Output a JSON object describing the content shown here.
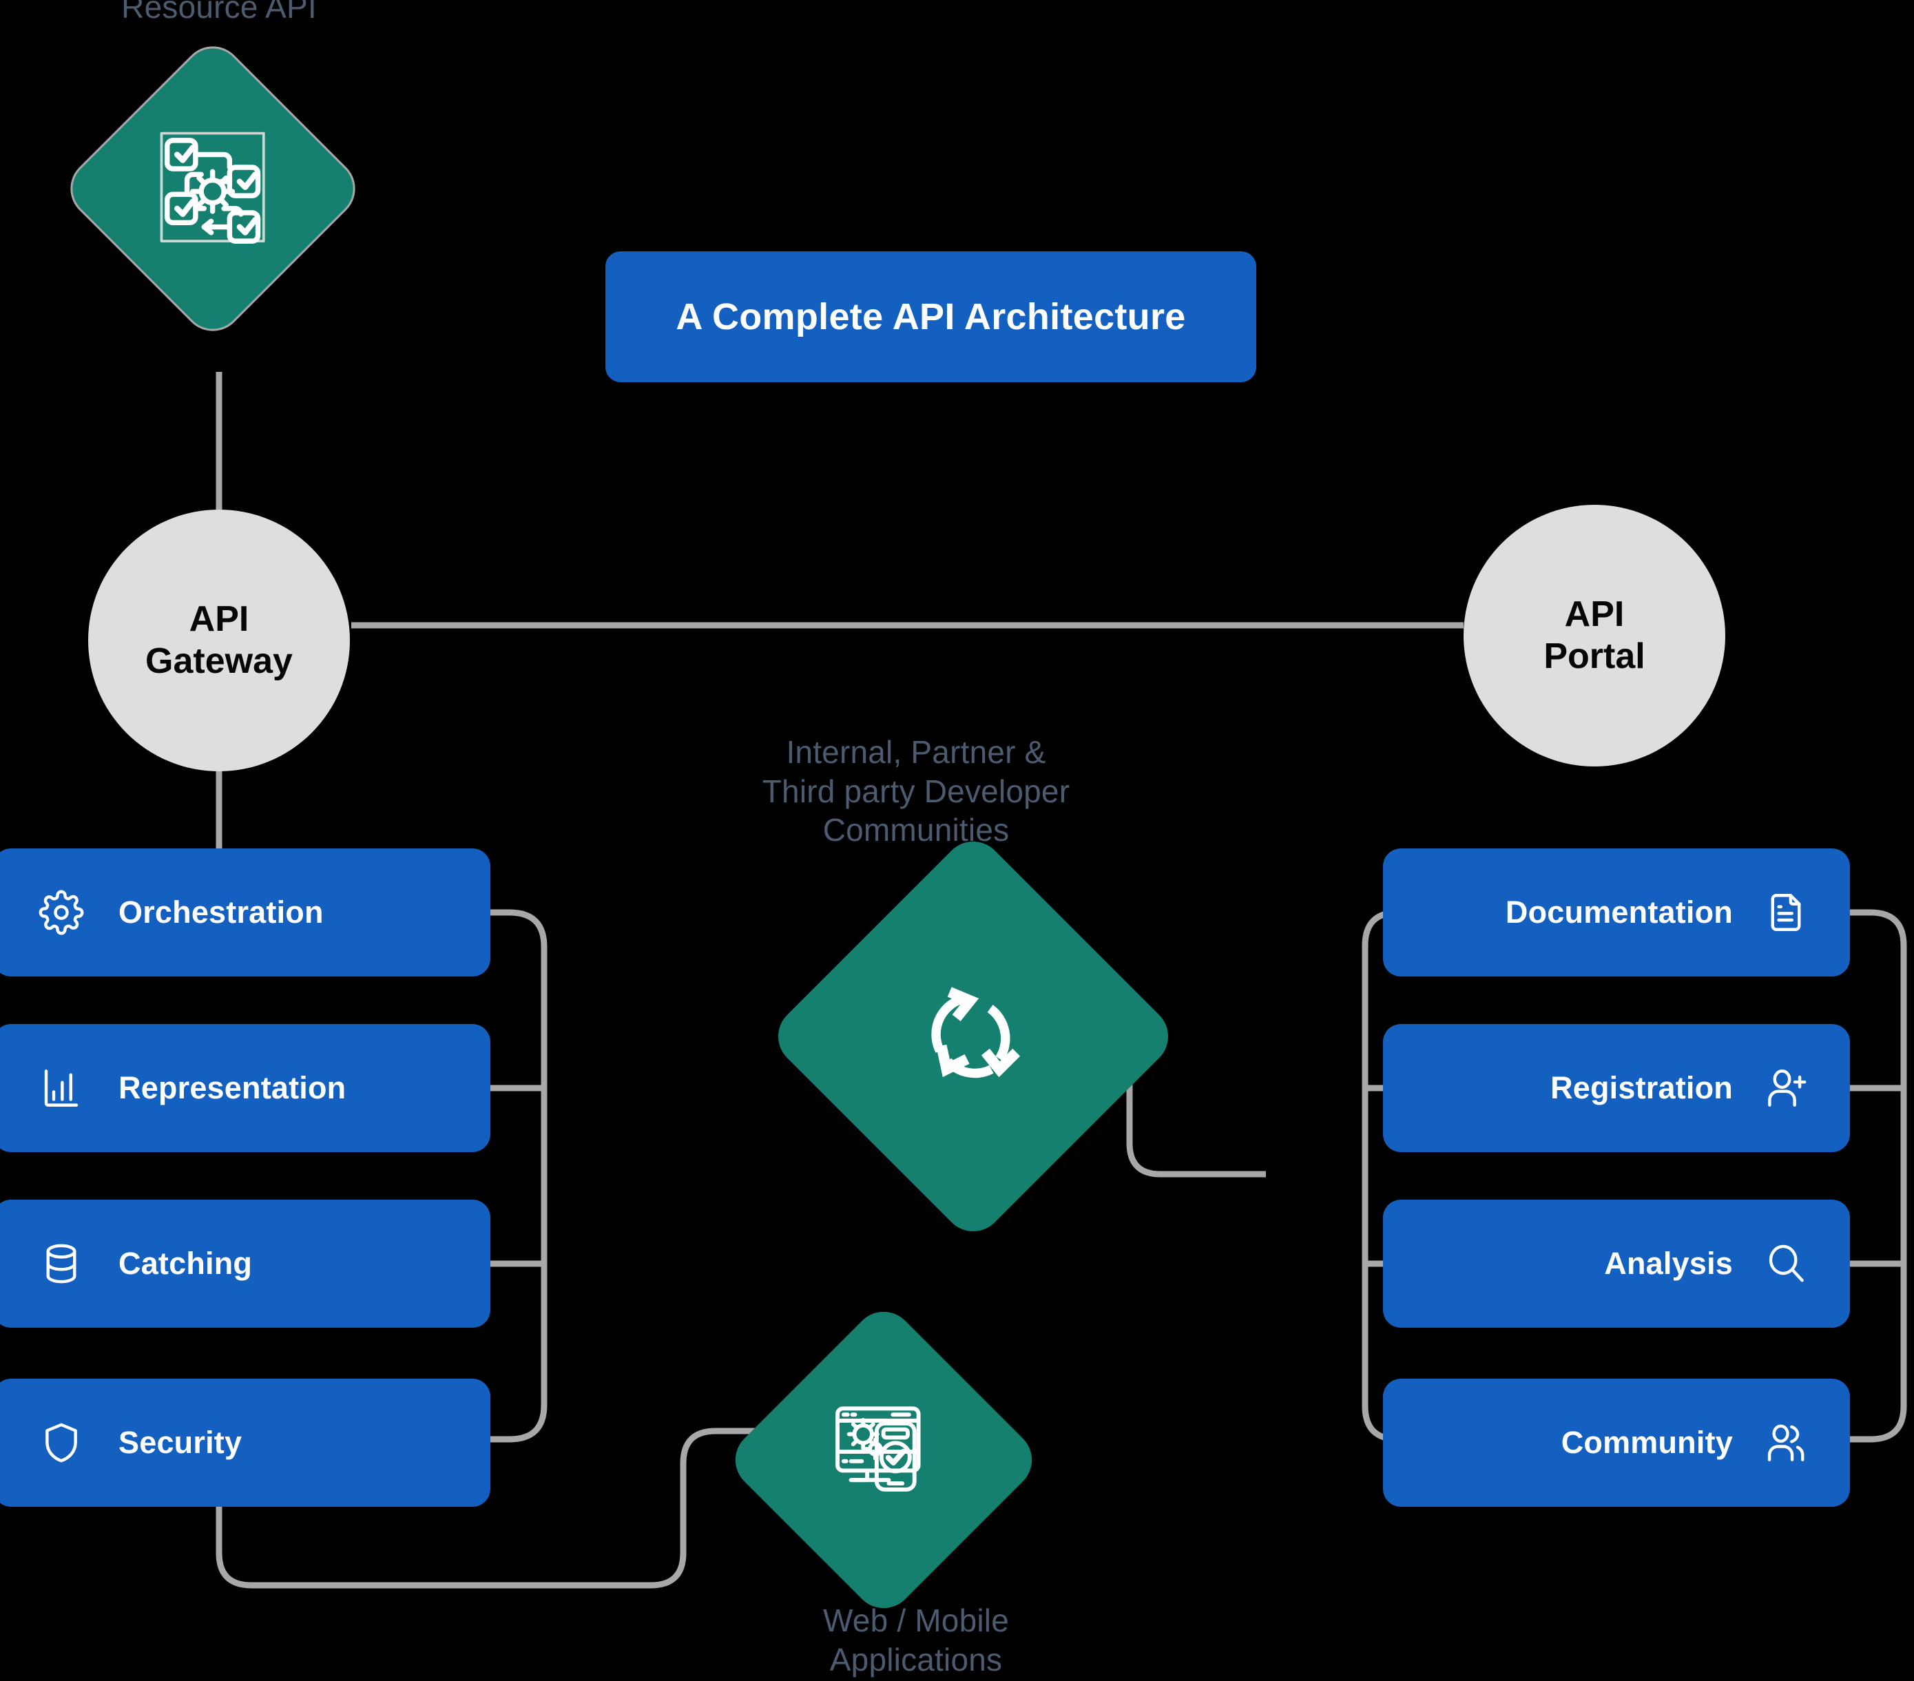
{
  "banner": {
    "title": "A Complete API Architecture"
  },
  "nodes": {
    "resource_api": {
      "label": "Resource API",
      "icon": "workflow-process-icon",
      "shape": "diamond",
      "color": "#15806f"
    },
    "api_gateway": {
      "label": "API\nGateway",
      "shape": "circle",
      "color": "#dedede"
    },
    "api_portal": {
      "label": "API\nPortal",
      "shape": "circle",
      "color": "#dedede"
    },
    "developer_communities": {
      "label": "Internal, Partner &\nThird party Developer\nCommunities",
      "icon": "cycle-arrows-icon",
      "shape": "diamond",
      "color": "#15806f"
    },
    "web_mobile": {
      "label": "Web / Mobile\nApplications",
      "icon": "devices-gear-check-icon",
      "shape": "diamond",
      "color": "#15806f"
    }
  },
  "gateway_features": [
    {
      "label": "Orchestration",
      "icon": "gear-icon"
    },
    {
      "label": "Representation",
      "icon": "bar-chart-icon"
    },
    {
      "label": "Catching",
      "icon": "database-icon"
    },
    {
      "label": "Security",
      "icon": "shield-icon"
    }
  ],
  "portal_features": [
    {
      "label": "Documentation",
      "icon": "document-icon"
    },
    {
      "label": "Registration",
      "icon": "user-plus-icon"
    },
    {
      "label": "Analysis",
      "icon": "magnifier-icon"
    },
    {
      "label": "Community",
      "icon": "users-icon"
    }
  ],
  "colors": {
    "background": "#000000",
    "accent_blue": "#1360c0",
    "accent_teal": "#15806f",
    "circle_gray": "#dedede",
    "connector_gray": "#a8a8a8",
    "caption_text": "#4d5b70",
    "pill_text": "#ffffff"
  }
}
